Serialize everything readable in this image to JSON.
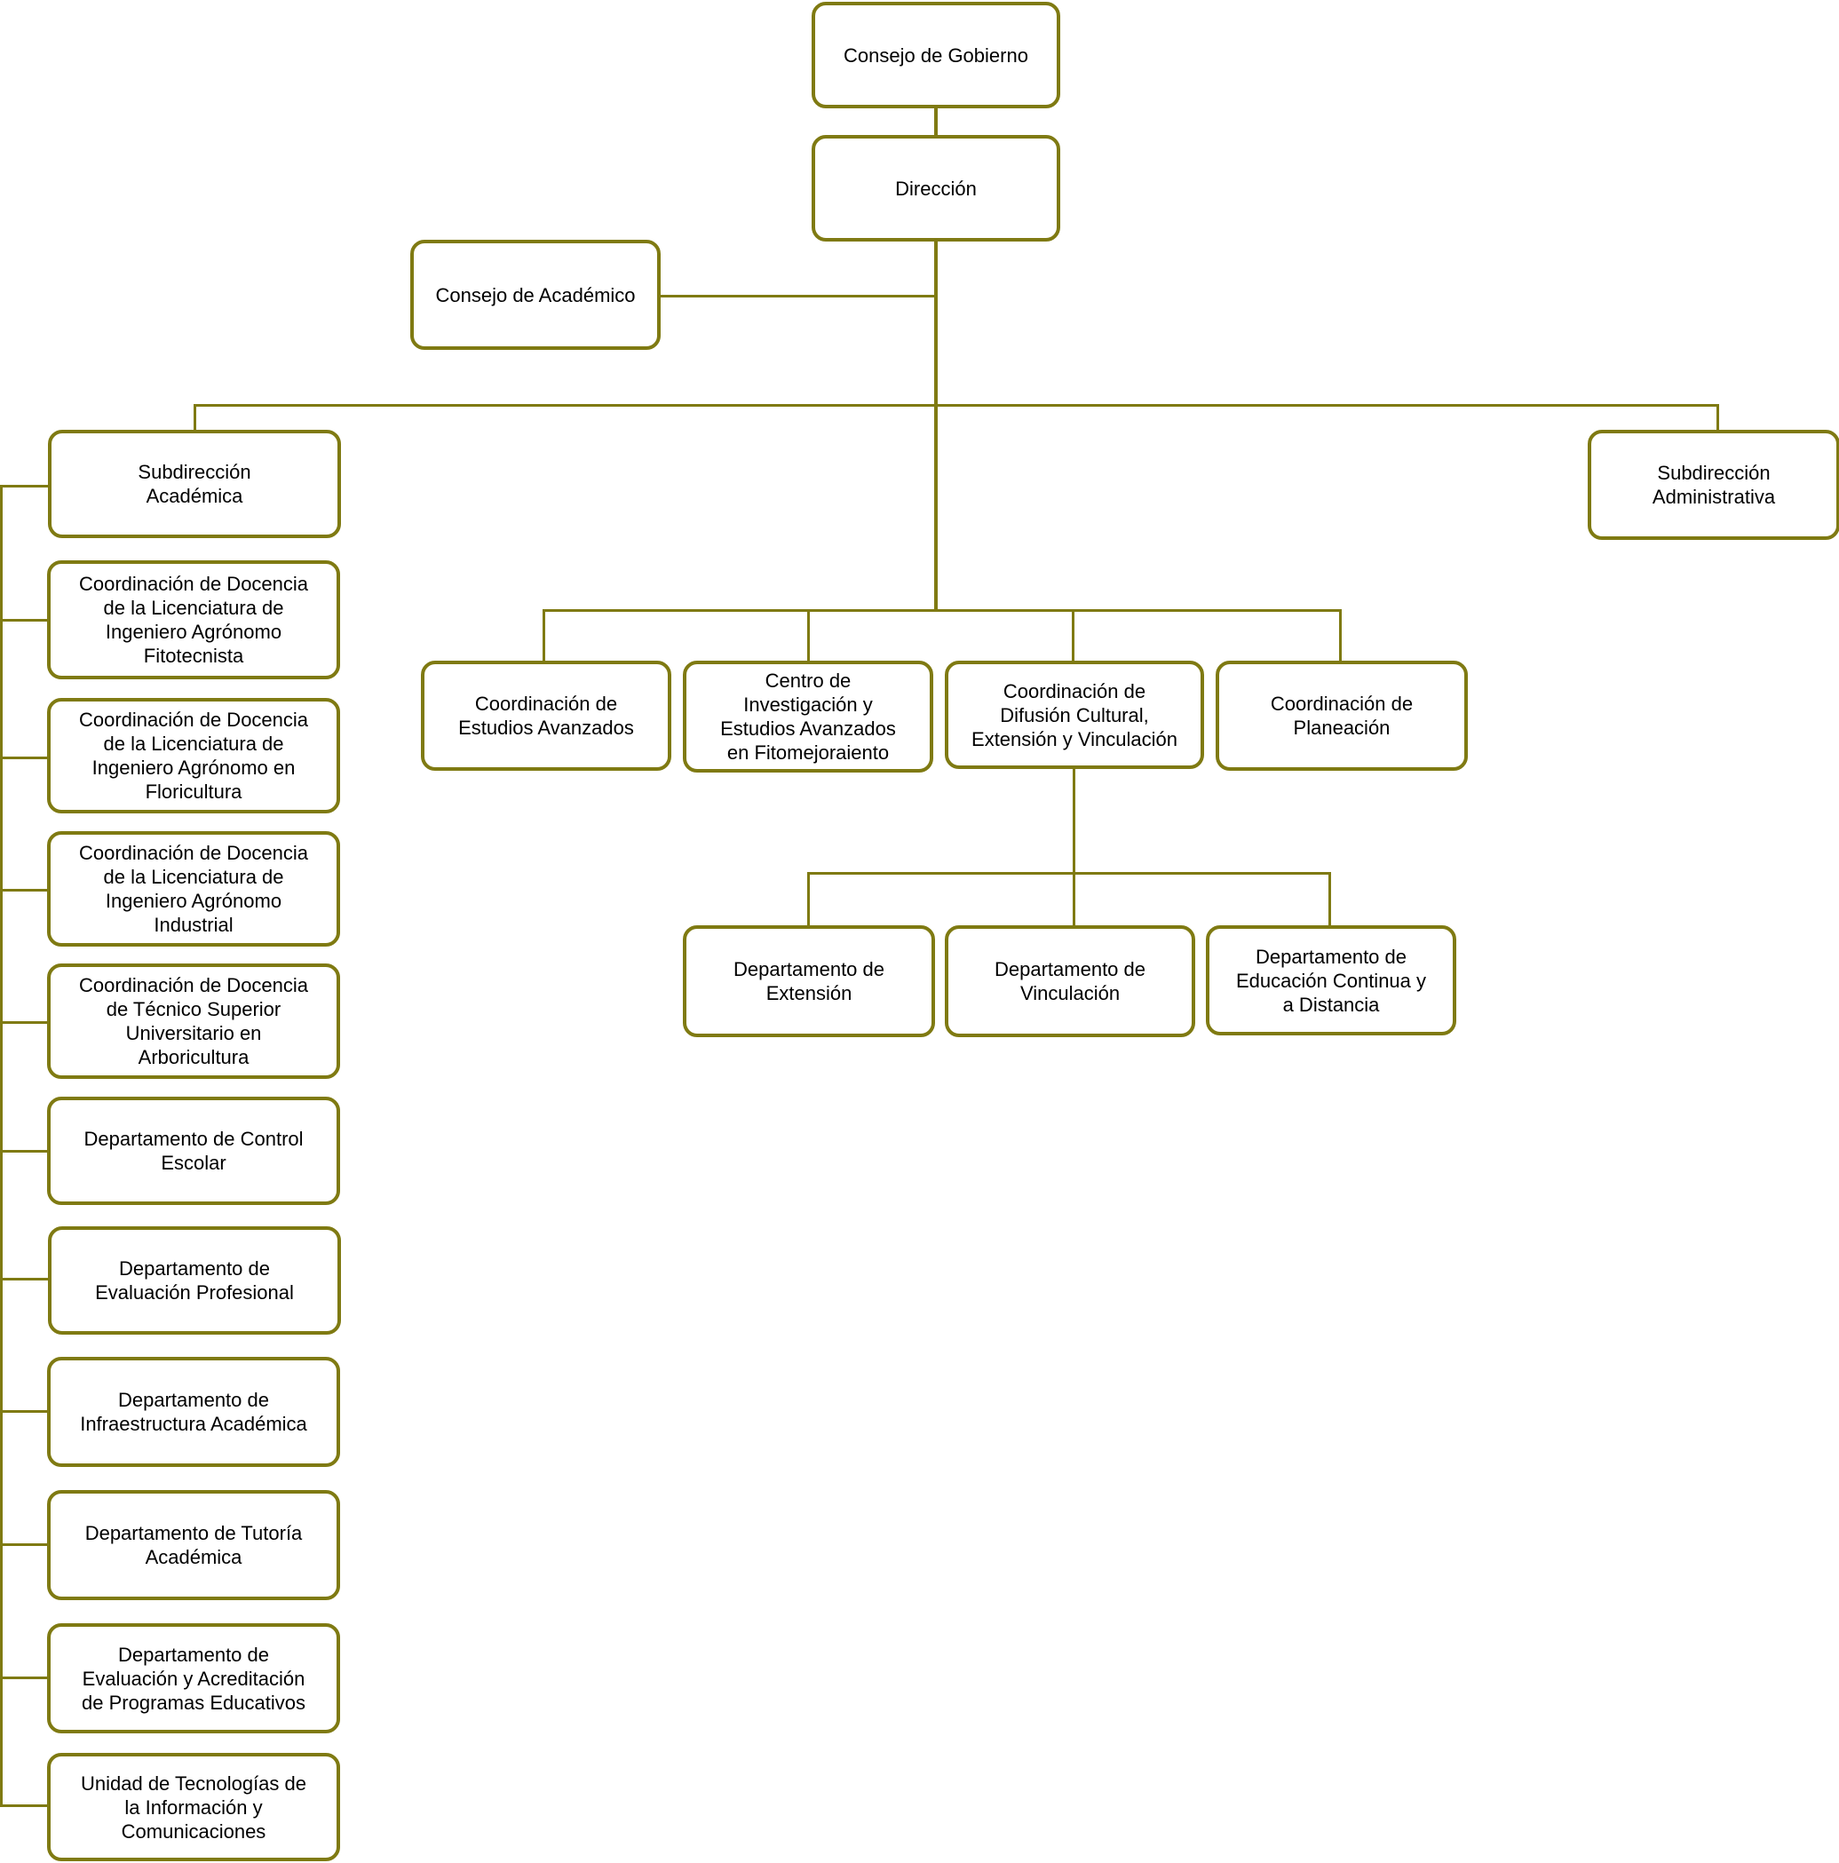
{
  "colors": {
    "border": "#7f7a12",
    "line": "#7f7a12",
    "text": "#000000",
    "background": "#ffffff"
  },
  "nodes": {
    "consejo_gobierno": "Consejo de Gobierno",
    "direccion": "Dirección",
    "consejo_academico": "Consejo de Académico",
    "subdireccion_academica": "Subdirección\nAcadémica",
    "subdireccion_administrativa": "Subdirección\nAdministrativa",
    "coord_estudios_avanzados": "Coordinación de\nEstudios Avanzados",
    "centro_investigacion": "Centro de\nInvestigación y\nEstudios Avanzados\nen Fitomejoraiento",
    "coord_difusion": "Coordinación de\nDifusión Cultural,\nExtensión y Vinculación",
    "coord_planeacion": "Coordinación de\nPlaneación",
    "depto_extension": "Departamento de\nExtensión",
    "depto_vinculacion": "Departamento de\nVinculación",
    "depto_educacion_continua": "Departamento de\nEducación Continua y\na Distancia",
    "coord_fitotecnista": "Coordinación de Docencia\nde la Licenciatura de\nIngeniero Agrónomo\nFitotecnista",
    "coord_floricultura": "Coordinación de Docencia\nde la Licenciatura de\nIngeniero Agrónomo en\nFloricultura",
    "coord_industrial": "Coordinación de Docencia\nde la Licenciatura de\nIngeniero Agrónomo\nIndustrial",
    "coord_arboricultura": "Coordinación de Docencia\nde Técnico Superior\nUniversitario en\nArboricultura",
    "depto_control_escolar": "Departamento de Control\nEscolar",
    "depto_evaluacion_profesional": "Departamento de\nEvaluación Profesional",
    "depto_infraestructura": "Departamento de\nInfraestructura Académica",
    "depto_tutoria": "Departamento de Tutoría\nAcadémica",
    "depto_acreditacion": "Departamento de\nEvaluación y Acreditación\nde Programas Educativos",
    "unidad_tic": "Unidad de Tecnologías de\nla Información y\nComunicaciones"
  }
}
